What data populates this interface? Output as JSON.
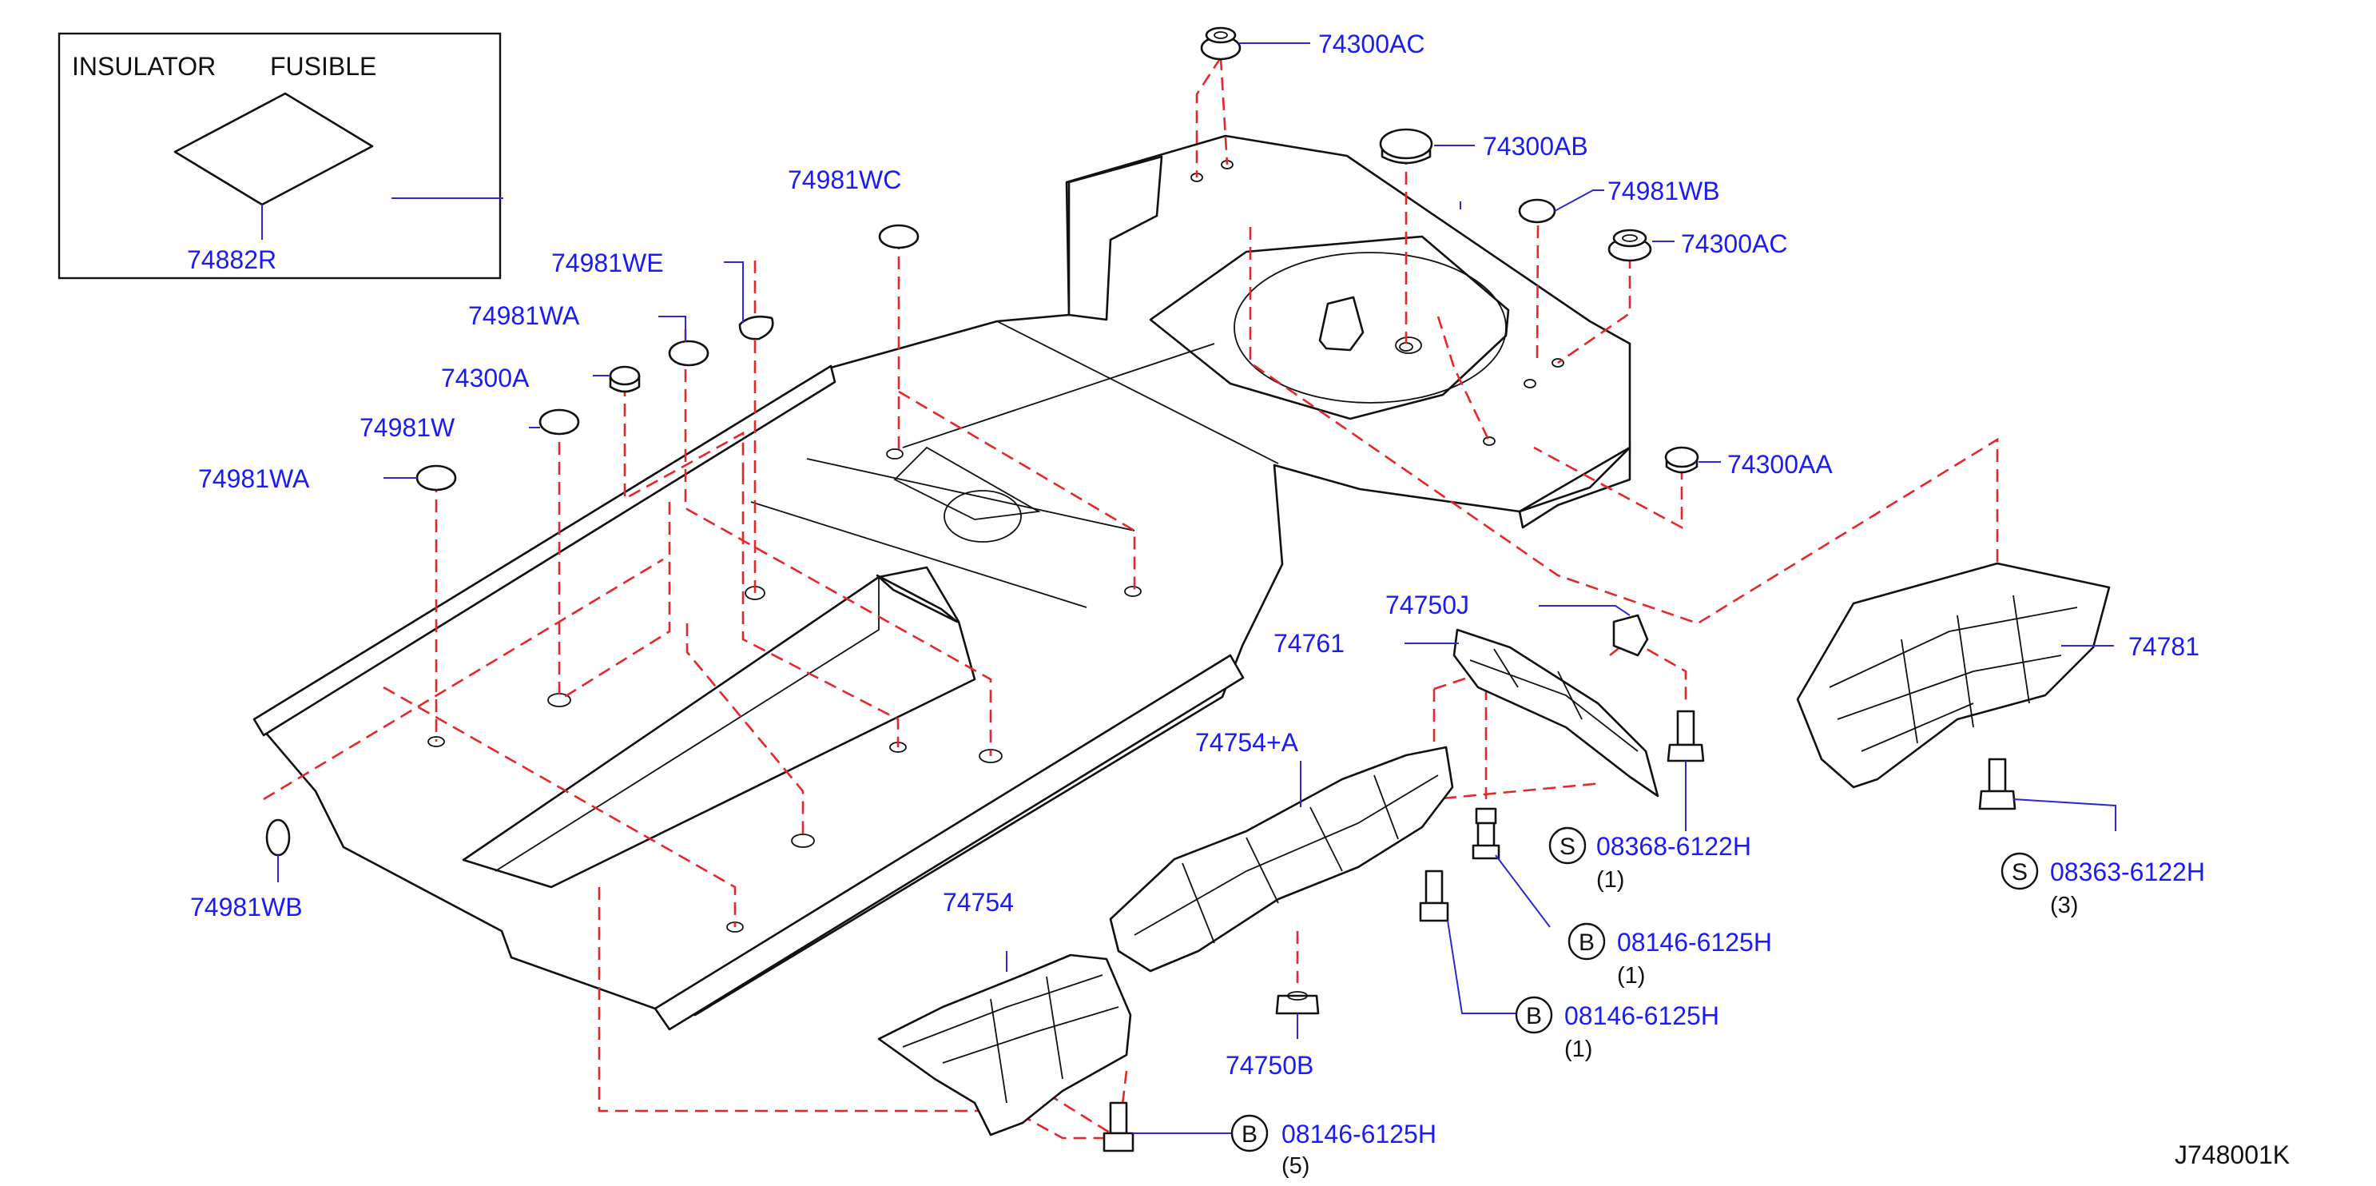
{
  "inset": {
    "label_left": "INSULATOR",
    "label_right": "FUSIBLE",
    "part": "74882R"
  },
  "parts": {
    "p74300AC_top": "74300AC",
    "p74300AB": "74300AB",
    "p74981WB_top": "74981WB",
    "p74300AC_mid": "74300AC",
    "p74981WC": "74981WC",
    "p74981WE": "74981WE",
    "p74981WA_upper": "74981WA",
    "p74300A": "74300A",
    "p74981W": "74981W",
    "p74981WA_lower": "74981WA",
    "p74300AA": "74300AA",
    "p74981WB_bottom": "74981WB",
    "p74750J": "74750J",
    "p74761": "74761",
    "p74781": "74781",
    "p74754A": "74754+A",
    "p74754": "74754",
    "p74750B": "74750B"
  },
  "fasteners": [
    {
      "symbol": "S",
      "part": "08368-6122H",
      "qty": "(1)"
    },
    {
      "symbol": "S",
      "part": "08363-6122H",
      "qty": "(3)"
    },
    {
      "symbol": "B",
      "part": "08146-6125H",
      "qty": "(1)"
    },
    {
      "symbol": "B",
      "part": "08146-6125H",
      "qty": "(1)"
    },
    {
      "symbol": "B",
      "part": "08146-6125H",
      "qty": "(5)"
    }
  ],
  "drawing_ref": "J748001K",
  "colors": {
    "part_number": "#1a1aff",
    "dashed_line": "#e8262a",
    "outline": "#111111"
  }
}
